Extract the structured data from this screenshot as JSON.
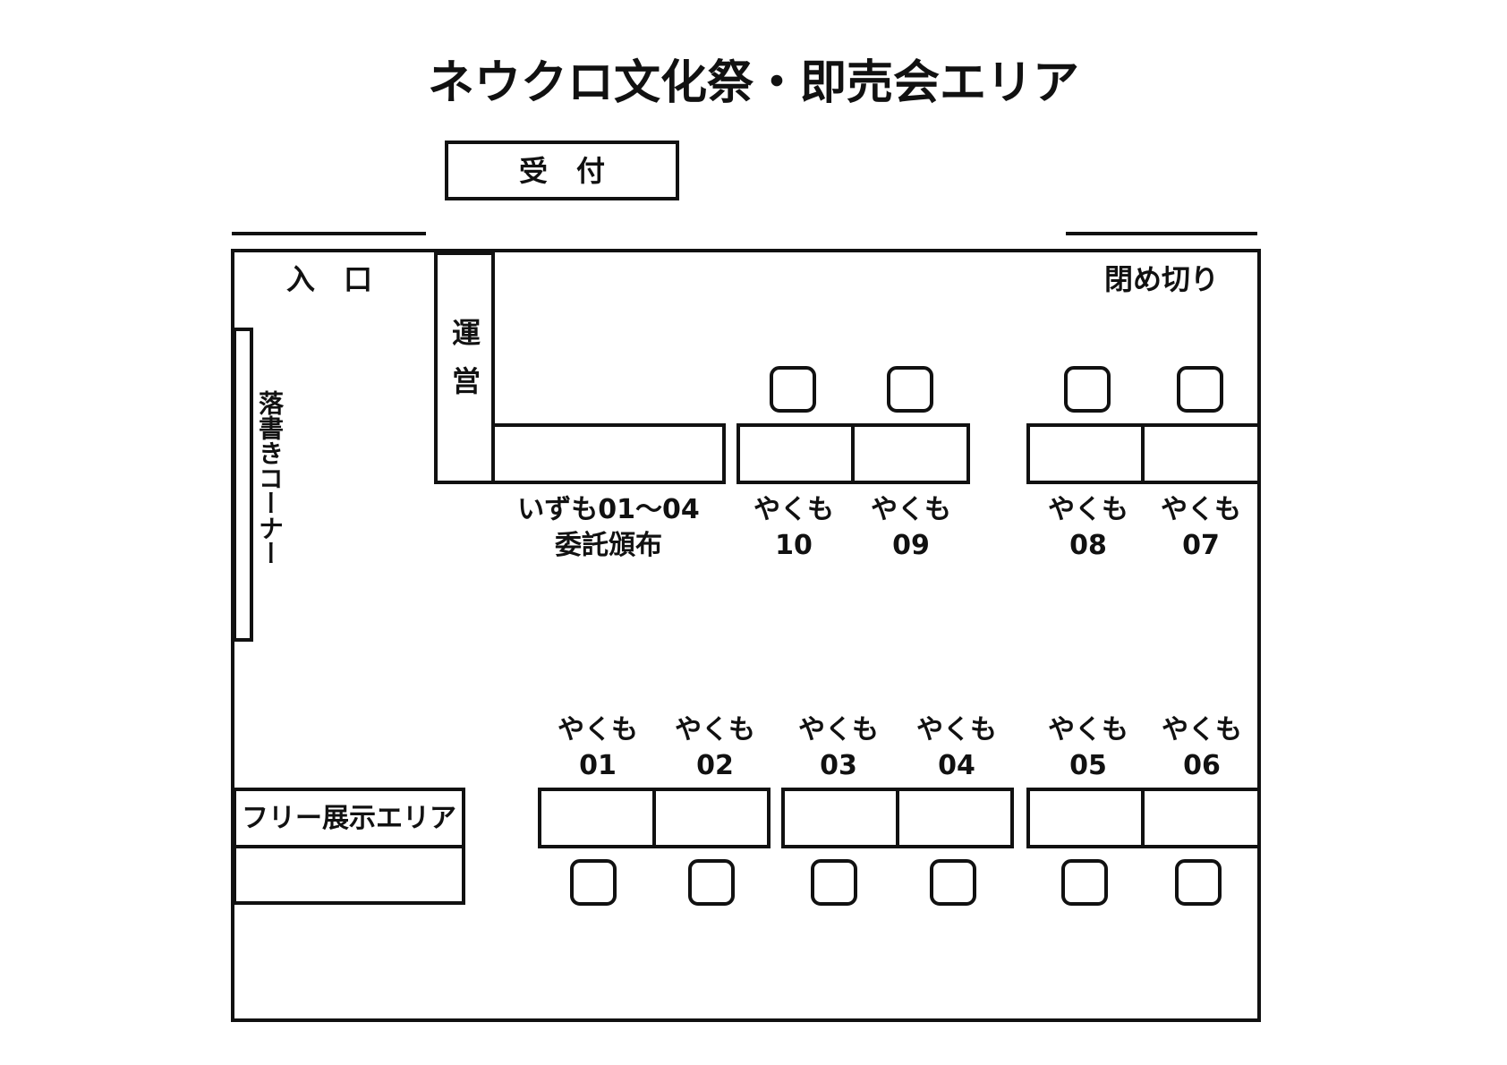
{
  "title": "ネウクロ文化祭・即売会エリア",
  "reception": "受　付",
  "entrance": "入　口",
  "closed": "閉め切り",
  "staff": "運営",
  "graffiti": "落書きコーナー",
  "free_area": "フリー展示エリア",
  "izumo": {
    "line1": "いずも01〜04",
    "line2": "委託頒布"
  },
  "top_booths": [
    {
      "name": "やくも",
      "num": "10"
    },
    {
      "name": "やくも",
      "num": "09"
    },
    {
      "name": "やくも",
      "num": "08"
    },
    {
      "name": "やくも",
      "num": "07"
    }
  ],
  "bottom_booths": [
    {
      "name": "やくも",
      "num": "01"
    },
    {
      "name": "やくも",
      "num": "02"
    },
    {
      "name": "やくも",
      "num": "03"
    },
    {
      "name": "やくも",
      "num": "04"
    },
    {
      "name": "やくも",
      "num": "05"
    },
    {
      "name": "やくも",
      "num": "06"
    }
  ]
}
